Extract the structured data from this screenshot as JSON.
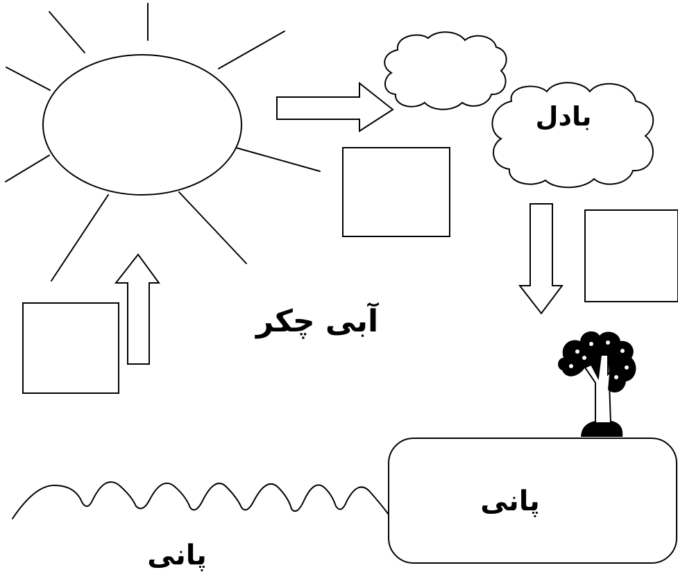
{
  "title": "آبی چکر",
  "labels": {
    "cloud": "بادل",
    "lake": "پانی",
    "ground_water": "پانی"
  },
  "icons": [
    "sun-icon",
    "cloud-icon",
    "tree-icon",
    "arrow-right-icon",
    "arrow-up-icon",
    "arrow-down-icon",
    "wave-icon"
  ],
  "colors": {
    "stroke": "#000000",
    "background": "#ffffff"
  }
}
